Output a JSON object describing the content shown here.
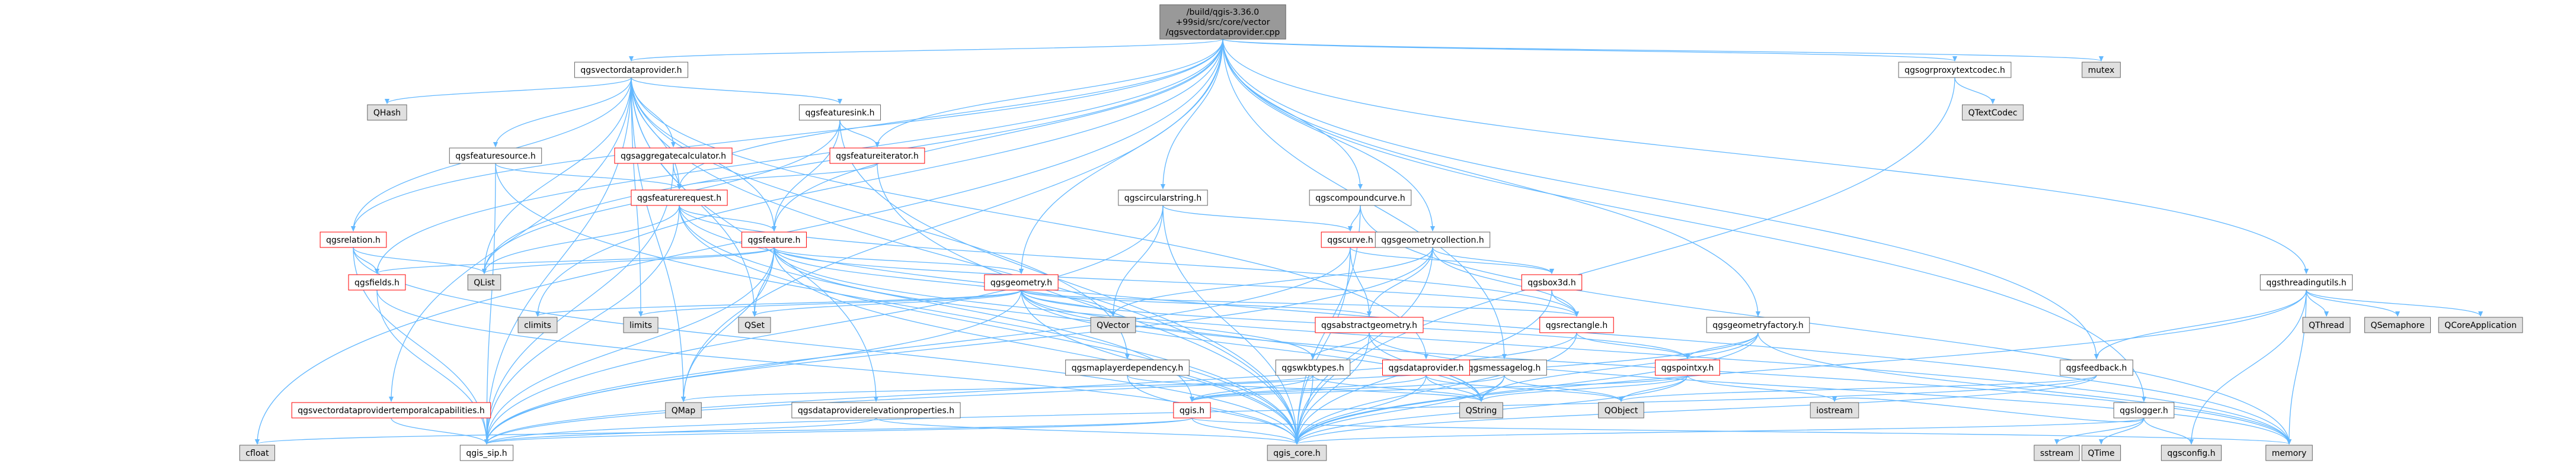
{
  "graph": {
    "title": "Include dependency graph for qgsvectordataprovider.cpp",
    "colors": {
      "root_fill": "#999999",
      "node_fill": "#ffffff",
      "missing_fill": "#e0e0e0",
      "node_stroke": "#666666",
      "red_stroke": "#ff0000",
      "edge": "#63b8ff"
    },
    "nodes": [
      {
        "id": "root",
        "label": "/build/qgis-3.36.0+99sid/src/core/vector/qgsvectordataprovider.cpp",
        "kind": "root"
      },
      {
        "id": "qgsvectordataprovider_h",
        "label": "qgsvectordataprovider.h",
        "kind": "normal"
      },
      {
        "id": "qhash",
        "label": "QHash",
        "kind": "missing"
      },
      {
        "id": "qgsfeaturesink_h",
        "label": "qgsfeaturesink.h",
        "kind": "normal"
      },
      {
        "id": "qgsfeaturesource_h",
        "label": "qgsfeaturesource.h",
        "kind": "normal"
      },
      {
        "id": "qgsaggregatecalculator_h",
        "label": "qgsaggregatecalculator.h",
        "kind": "red"
      },
      {
        "id": "qgsfeatureiterator_h",
        "label": "qgsfeatureiterator.h",
        "kind": "red"
      },
      {
        "id": "qgsfeaturerequest_h",
        "label": "qgsfeaturerequest.h",
        "kind": "red"
      },
      {
        "id": "qgscircularstring_h",
        "label": "qgscircularstring.h",
        "kind": "normal"
      },
      {
        "id": "qgscompoundcurve_h",
        "label": "qgscompoundcurve.h",
        "kind": "normal"
      },
      {
        "id": "qgsrelation_h",
        "label": "qgsrelation.h",
        "kind": "red"
      },
      {
        "id": "qgsfeature_h",
        "label": "qgsfeature.h",
        "kind": "red"
      },
      {
        "id": "qgscurve_h",
        "label": "qgscurve.h",
        "kind": "red"
      },
      {
        "id": "qgsgeometrycollection_h",
        "label": "qgsgeometrycollection.h",
        "kind": "normal"
      },
      {
        "id": "qgsfields_h",
        "label": "qgsfields.h",
        "kind": "red"
      },
      {
        "id": "qlist",
        "label": "QList",
        "kind": "missing"
      },
      {
        "id": "qgsgeometry_h",
        "label": "qgsgeometry.h",
        "kind": "red"
      },
      {
        "id": "qgsbox3d_h",
        "label": "qgsbox3d.h",
        "kind": "red"
      },
      {
        "id": "climits",
        "label": "climits",
        "kind": "missing"
      },
      {
        "id": "limits",
        "label": "limits",
        "kind": "missing"
      },
      {
        "id": "qset",
        "label": "QSet",
        "kind": "missing"
      },
      {
        "id": "qvector",
        "label": "QVector",
        "kind": "missing"
      },
      {
        "id": "qgsabstractgeometry_h",
        "label": "qgsabstractgeometry.h",
        "kind": "red"
      },
      {
        "id": "qgsrectangle_h",
        "label": "qgsrectangle.h",
        "kind": "red"
      },
      {
        "id": "qgsgeometryfactory_h",
        "label": "qgsgeometryfactory.h",
        "kind": "normal"
      },
      {
        "id": "qgsmessagelog_h",
        "label": "qgsmessagelog.h",
        "kind": "normal"
      },
      {
        "id": "qgsmaplayerdependency_h",
        "label": "qgsmaplayerdependency.h",
        "kind": "normal"
      },
      {
        "id": "qgswkbtypes_h",
        "label": "qgswkbtypes.h",
        "kind": "normal"
      },
      {
        "id": "qgsdataprovider_h",
        "label": "qgsdataprovider.h",
        "kind": "red"
      },
      {
        "id": "qgspointxy_h",
        "label": "qgspointxy.h",
        "kind": "red"
      },
      {
        "id": "qgsvectordataprovidertemporalcapabilities_h",
        "label": "qgsvectordataprovidertemporalcapabilities.h",
        "kind": "red"
      },
      {
        "id": "qmap",
        "label": "QMap",
        "kind": "missing"
      },
      {
        "id": "qgsdataproviderelevationproperties_h",
        "label": "qgsdataproviderelevationproperties.h",
        "kind": "normal"
      },
      {
        "id": "qgis_h",
        "label": "qgis.h",
        "kind": "red"
      },
      {
        "id": "qstring",
        "label": "QString",
        "kind": "missing"
      },
      {
        "id": "qobject",
        "label": "QObject",
        "kind": "missing"
      },
      {
        "id": "cfloat",
        "label": "cfloat",
        "kind": "missing"
      },
      {
        "id": "qgis_sip_h",
        "label": "qgis_sip.h",
        "kind": "normal"
      },
      {
        "id": "qgis_core_h",
        "label": "qgis_core.h",
        "kind": "missing"
      },
      {
        "id": "memory",
        "label": "memory",
        "kind": "missing"
      },
      {
        "id": "qgsogrproxytextcodec_h",
        "label": "qgsogrproxytextcodec.h",
        "kind": "normal"
      },
      {
        "id": "qtextcodec",
        "label": "QTextCodec",
        "kind": "missing"
      },
      {
        "id": "mutex",
        "label": "mutex",
        "kind": "missing"
      },
      {
        "id": "qgsthreadingutils_h",
        "label": "qgsthreadingutils.h",
        "kind": "normal"
      },
      {
        "id": "qthread",
        "label": "QThread",
        "kind": "missing"
      },
      {
        "id": "qsemaphore",
        "label": "QSemaphore",
        "kind": "missing"
      },
      {
        "id": "qcoreapplication",
        "label": "QCoreApplication",
        "kind": "missing"
      },
      {
        "id": "qgsfeedback_h",
        "label": "qgsfeedback.h",
        "kind": "normal"
      },
      {
        "id": "qgslogger_h",
        "label": "qgslogger.h",
        "kind": "normal"
      },
      {
        "id": "iostream",
        "label": "iostream",
        "kind": "missing"
      },
      {
        "id": "sstream",
        "label": "sstream",
        "kind": "missing"
      },
      {
        "id": "qtime",
        "label": "QTime",
        "kind": "missing"
      },
      {
        "id": "qgsconfig_h",
        "label": "qgsconfig.h",
        "kind": "missing"
      }
    ],
    "edges": [
      [
        "root",
        "qgsvectordataprovider_h"
      ],
      [
        "root",
        "qgsfeatureiterator_h"
      ],
      [
        "root",
        "qgsfeaturerequest_h"
      ],
      [
        "root",
        "qgsfeature_h"
      ],
      [
        "root",
        "qgscircularstring_h"
      ],
      [
        "root",
        "qgscompoundcurve_h"
      ],
      [
        "root",
        "qgsgeometry_h"
      ],
      [
        "root",
        "qgsgeometrycollection_h"
      ],
      [
        "root",
        "qgsgeometryfactory_h"
      ],
      [
        "root",
        "qgslogger_h"
      ],
      [
        "root",
        "qgsmessagelog_h"
      ],
      [
        "root",
        "qgsogrproxytextcodec_h"
      ],
      [
        "root",
        "qgsthreadingutils_h"
      ],
      [
        "root",
        "qgsfeedback_h"
      ],
      [
        "root",
        "mutex"
      ],
      [
        "root",
        "climits"
      ],
      [
        "root",
        "qgsfields_h"
      ],
      [
        "root",
        "qgsrelation_h"
      ],
      [
        "root",
        "qmap"
      ],
      [
        "root",
        "cfloat"
      ],
      [
        "root",
        "qlist"
      ],
      [
        "qgsvectordataprovider_h",
        "qhash"
      ],
      [
        "qgsvectordataprovider_h",
        "qgsfeaturesink_h"
      ],
      [
        "qgsvectordataprovider_h",
        "qgsfeaturesource_h"
      ],
      [
        "qgsvectordataprovider_h",
        "qgsaggregatecalculator_h"
      ],
      [
        "qgsvectordataprovider_h",
        "qgsfeaturerequest_h"
      ],
      [
        "qgsvectordataprovider_h",
        "qgsfeature_h"
      ],
      [
        "qgsvectordataprovider_h",
        "qgsrelation_h"
      ],
      [
        "qgsvectordataprovider_h",
        "qgsmaplayerdependency_h"
      ],
      [
        "qgsvectordataprovider_h",
        "qgsdataprovider_h"
      ],
      [
        "qgsvectordataprovider_h",
        "qgsvectordataprovidertemporalcapabilities_h"
      ],
      [
        "qgsvectordataprovider_h",
        "qgsdataproviderelevationproperties_h"
      ],
      [
        "qgsvectordataprovider_h",
        "qgis_sip_h"
      ],
      [
        "qgsvectordataprovider_h",
        "qgis_core_h"
      ],
      [
        "qgsvectordataprovider_h",
        "qset"
      ],
      [
        "qgsvectordataprovider_h",
        "qmap"
      ],
      [
        "qgsvectordataprovider_h",
        "limits"
      ],
      [
        "qgsvectordataprovider_h",
        "qlist"
      ],
      [
        "qgsfeaturesink_h",
        "qgsfeatureiterator_h"
      ],
      [
        "qgsfeaturesink_h",
        "qgsfeature_h"
      ],
      [
        "qgsfeaturesink_h",
        "qgis_core_h"
      ],
      [
        "qgsfeaturesink_h",
        "qlist"
      ],
      [
        "qgsfeaturesource_h",
        "qgsfeaturerequest_h"
      ],
      [
        "qgsfeaturesource_h",
        "qgis_sip_h"
      ],
      [
        "qgsfeaturesource_h",
        "qgis_core_h"
      ],
      [
        "qgsaggregatecalculator_h",
        "qgsfeaturerequest_h"
      ],
      [
        "qgsaggregatecalculator_h",
        "qgis_sip_h"
      ],
      [
        "qgsfeatureiterator_h",
        "qgsfeaturerequest_h"
      ],
      [
        "qgsfeatureiterator_h",
        "qgis_core_h"
      ],
      [
        "qgsfeaturerequest_h",
        "qgsfeature_h"
      ],
      [
        "qgsfeaturerequest_h",
        "qgsrectangle_h"
      ],
      [
        "qgsfeaturerequest_h",
        "qlist"
      ],
      [
        "qgsfeaturerequest_h",
        "qgis_sip_h"
      ],
      [
        "qgsfeaturerequest_h",
        "qgis_core_h"
      ],
      [
        "qgsfeaturerequest_h",
        "memory"
      ],
      [
        "qgsfeaturerequest_h",
        "qgis_h"
      ],
      [
        "qgscircularstring_h",
        "qgscurve_h"
      ],
      [
        "qgscircularstring_h",
        "qvector"
      ],
      [
        "qgscircularstring_h",
        "qgis_core_h"
      ],
      [
        "qgscircularstring_h",
        "qgis_sip_h"
      ],
      [
        "qgscompoundcurve_h",
        "qgscurve_h"
      ],
      [
        "qgscompoundcurve_h",
        "qgis_core_h"
      ],
      [
        "qgscompoundcurve_h",
        "memory"
      ],
      [
        "qgsrelation_h",
        "qgsfields_h"
      ],
      [
        "qgsrelation_h",
        "qgis_sip_h"
      ],
      [
        "qgsrelation_h",
        "qgis_core_h"
      ],
      [
        "qgsrelation_h",
        "qlist"
      ],
      [
        "qgsfeature_h",
        "qgsfields_h"
      ],
      [
        "qgsfeature_h",
        "qgsgeometry_h"
      ],
      [
        "qgsfeature_h",
        "qlist"
      ],
      [
        "qgsfeature_h",
        "qset"
      ],
      [
        "qgsfeature_h",
        "qvector"
      ],
      [
        "qgsfeature_h",
        "qmap"
      ],
      [
        "qgsfeature_h",
        "qgis_core_h"
      ],
      [
        "qgsfeature_h",
        "qgis_sip_h"
      ],
      [
        "qgsfeature_h",
        "qstring"
      ],
      [
        "qgsfeature_h",
        "memory"
      ],
      [
        "qgsfeature_h",
        "qgsrectangle_h"
      ],
      [
        "qgscurve_h",
        "qgsabstractgeometry_h"
      ],
      [
        "qgscurve_h",
        "qgsbox3d_h"
      ],
      [
        "qgscurve_h",
        "qgis_core_h"
      ],
      [
        "qgscurve_h",
        "qgis_sip_h"
      ],
      [
        "qgsgeometrycollection_h",
        "qgsabstractgeometry_h"
      ],
      [
        "qgsgeometrycollection_h",
        "qgsrectangle_h"
      ],
      [
        "qgsgeometrycollection_h",
        "qgsbox3d_h"
      ],
      [
        "qgsgeometrycollection_h",
        "qvector"
      ],
      [
        "qgsgeometrycollection_h",
        "qgis_core_h"
      ],
      [
        "qgsgeometrycollection_h",
        "qgis_sip_h"
      ],
      [
        "qgsfields_h",
        "qgis_core_h"
      ],
      [
        "qgsfields_h",
        "qgis_sip_h"
      ],
      [
        "qgsgeometry_h",
        "qgsabstractgeometry_h"
      ],
      [
        "qgsgeometry_h",
        "qgsrectangle_h"
      ],
      [
        "qgsgeometry_h",
        "qvector"
      ],
      [
        "qgsgeometry_h",
        "qset"
      ],
      [
        "qgsgeometry_h",
        "climits"
      ],
      [
        "qgsgeometry_h",
        "limits"
      ],
      [
        "qgsgeometry_h",
        "qgis_core_h"
      ],
      [
        "qgsgeometry_h",
        "qgis_sip_h"
      ],
      [
        "qgsgeometry_h",
        "qgspointxy_h"
      ],
      [
        "qgsgeometry_h",
        "memory"
      ],
      [
        "qgsgeometry_h",
        "qstring"
      ],
      [
        "qgsgeometry_h",
        "qgswkbtypes_h"
      ],
      [
        "qgsbox3d_h",
        "qgsrectangle_h"
      ],
      [
        "qgsbox3d_h",
        "qgis_core_h"
      ],
      [
        "qgsabstractgeometry_h",
        "qgswkbtypes_h"
      ],
      [
        "qgsabstractgeometry_h",
        "qstring"
      ],
      [
        "qgsabstractgeometry_h",
        "qgis_core_h"
      ],
      [
        "qgsabstractgeometry_h",
        "memory"
      ],
      [
        "qgsrectangle_h",
        "qgspointxy_h"
      ],
      [
        "qgsrectangle_h",
        "qgis_core_h"
      ],
      [
        "qgsrectangle_h",
        "qgis_sip_h"
      ],
      [
        "qgsgeometryfactory_h",
        "qgspointxy_h"
      ],
      [
        "qgsgeometryfactory_h",
        "qstring"
      ],
      [
        "qgsgeometryfactory_h",
        "qgis_core_h"
      ],
      [
        "qgsgeometryfactory_h",
        "memory"
      ],
      [
        "qgsgeometryfactory_h",
        "qgis_sip_h"
      ],
      [
        "qgsmessagelog_h",
        "qgis_h"
      ],
      [
        "qgsmessagelog_h",
        "qstring"
      ],
      [
        "qgsmessagelog_h",
        "qobject"
      ],
      [
        "qgsmessagelog_h",
        "qgis_core_h"
      ],
      [
        "qgsmaplayerdependency_h",
        "qgis_core_h"
      ],
      [
        "qgsmaplayerdependency_h",
        "qstring"
      ],
      [
        "qgswkbtypes_h",
        "qgis_h"
      ],
      [
        "qgswkbtypes_h",
        "qgis_core_h"
      ],
      [
        "qgswkbtypes_h",
        "qstring"
      ],
      [
        "qgswkbtypes_h",
        "qmap"
      ],
      [
        "qgsdataprovider_h",
        "qgis_core_h"
      ],
      [
        "qgsdataprovider_h",
        "qstring"
      ],
      [
        "qgsdataprovider_h",
        "qobject"
      ],
      [
        "qgsdataprovider_h",
        "qgis_h"
      ],
      [
        "qgspointxy_h",
        "qgis_core_h"
      ],
      [
        "qgspointxy_h",
        "qstring"
      ],
      [
        "qgspointxy_h",
        "qobject"
      ],
      [
        "qgspointxy_h",
        "iostream"
      ],
      [
        "qgspointxy_h",
        "qgis_h"
      ],
      [
        "qgsvectordataprovidertemporalcapabilities_h",
        "qgis_sip_h"
      ],
      [
        "qgsdataproviderelevationproperties_h",
        "qgis_core_h"
      ],
      [
        "qgsdataproviderelevationproperties_h",
        "qgis_sip_h"
      ],
      [
        "qgis_h",
        "qgis_sip_h"
      ],
      [
        "qgis_h",
        "qgis_core_h"
      ],
      [
        "qgis_h",
        "cfloat"
      ],
      [
        "qgis_h",
        "memory"
      ],
      [
        "qgsogrproxytextcodec_h",
        "qtextcodec"
      ],
      [
        "qgsogrproxytextcodec_h",
        "qgis_core_h"
      ],
      [
        "qgsthreadingutils_h",
        "qthread"
      ],
      [
        "qgsthreadingutils_h",
        "qsemaphore"
      ],
      [
        "qgsthreadingutils_h",
        "qcoreapplication"
      ],
      [
        "qgsthreadingutils_h",
        "qgsfeedback_h"
      ],
      [
        "qgsthreadingutils_h",
        "qgis_core_h"
      ],
      [
        "qgsthreadingutils_h",
        "qgsconfig_h"
      ],
      [
        "qgsthreadingutils_h",
        "memory"
      ],
      [
        "qgsfeedback_h",
        "qobject"
      ],
      [
        "qgsfeedback_h",
        "qgis_core_h"
      ],
      [
        "qgsfeedback_h",
        "qgis_sip_h"
      ],
      [
        "qgslogger_h",
        "iostream"
      ],
      [
        "qgslogger_h",
        "sstream"
      ],
      [
        "qgslogger_h",
        "qtime"
      ],
      [
        "qgslogger_h",
        "qgis_core_h"
      ],
      [
        "qgslogger_h",
        "qgsconfig_h"
      ]
    ]
  }
}
